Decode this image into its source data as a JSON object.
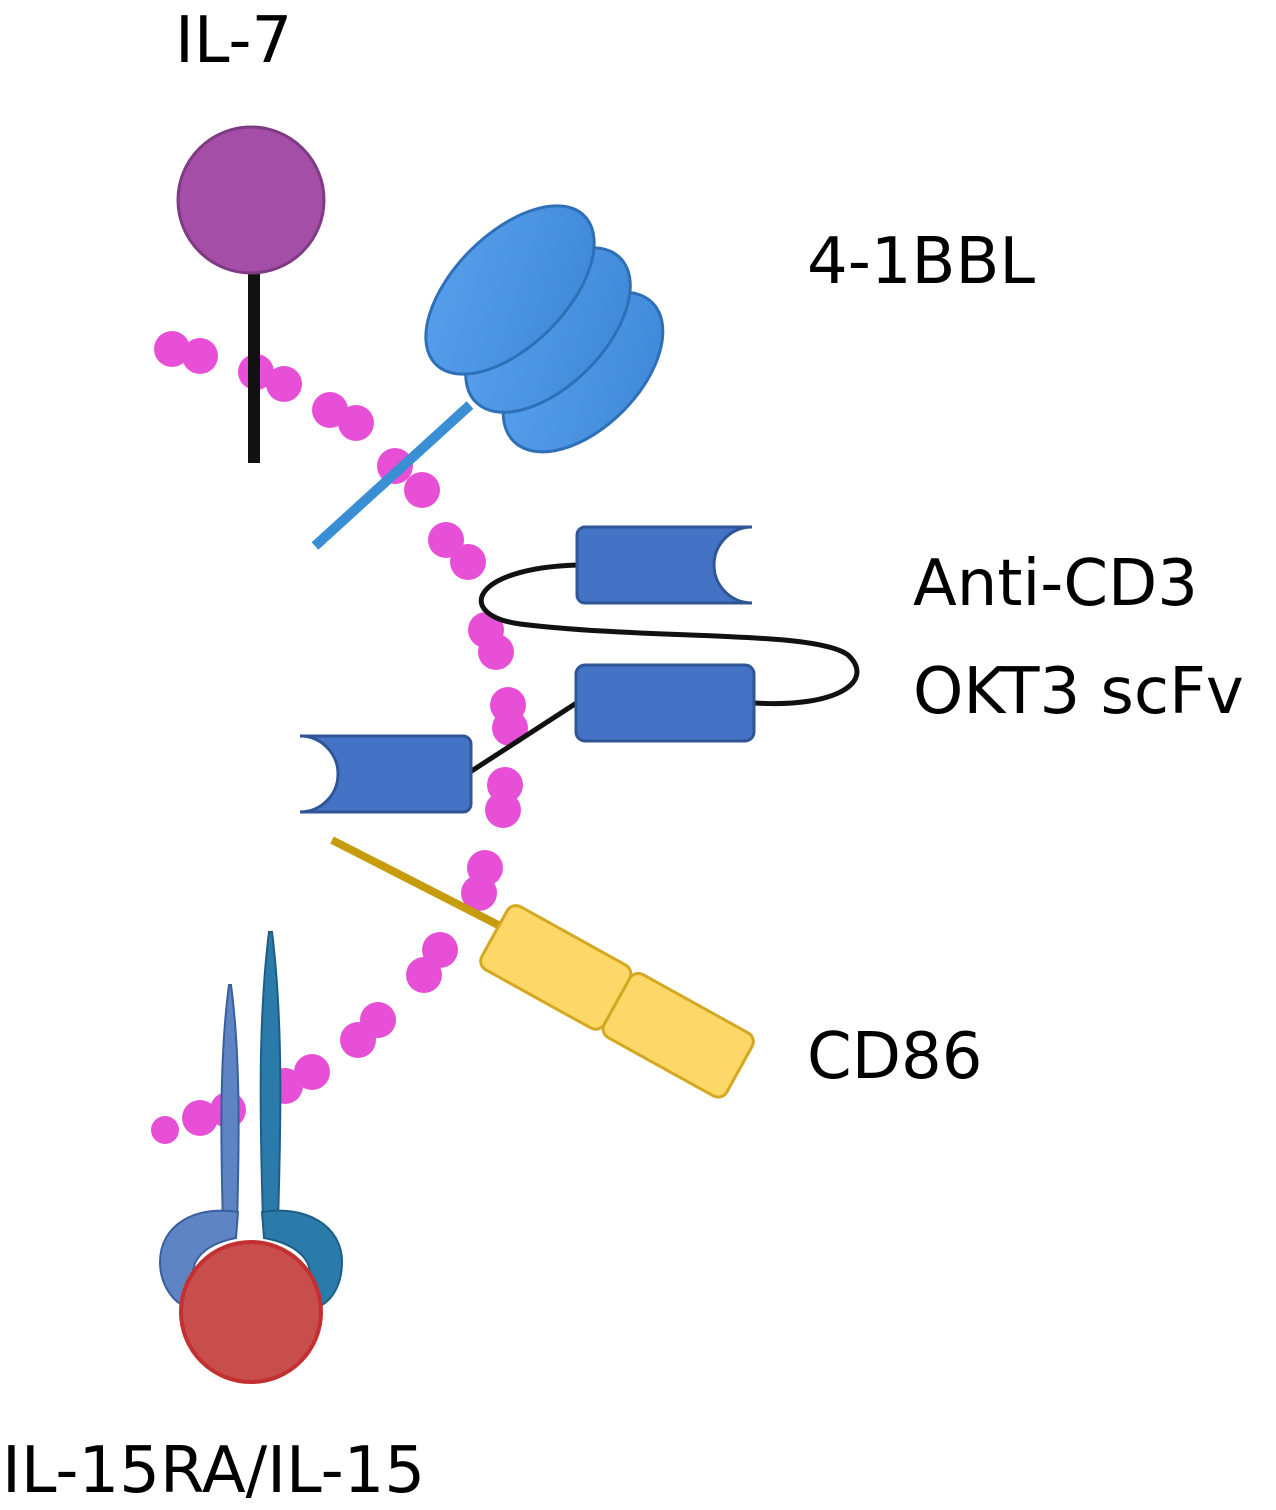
{
  "labels": {
    "il7": "IL-7",
    "bbl": "4-1BBL",
    "anti_cd3_line1": "Anti-CD3",
    "anti_cd3_line2": "OKT3 scFv",
    "cd86": "CD86",
    "il15": "IL-15RA/IL-15"
  },
  "colors": {
    "membrane": "#e64fd6",
    "il7": "#a44ea8",
    "bbl": "#4c96e6",
    "bbl_stem": "#3a8ed4",
    "scfv": "#4472c4",
    "cd86": "#fdd868",
    "cd86_stem": "#c79c0c",
    "il15": "#c84e4e",
    "il15ra_left": "#5f84c4",
    "il15ra_right": "#2a7aaa"
  }
}
